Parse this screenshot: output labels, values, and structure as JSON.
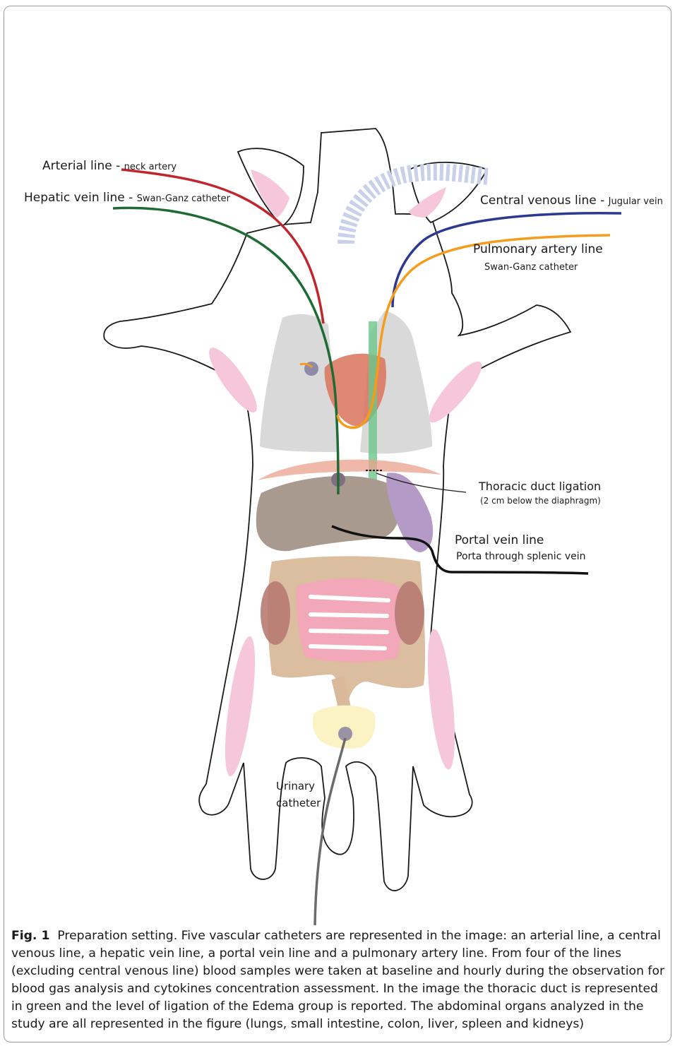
{
  "labels": {
    "arterial_main": "Arterial line - ",
    "arterial_sub": "neck artery",
    "hepatic_main": "Hepatic vein line - ",
    "hepatic_sub": "Swan-Ganz catheter",
    "central_main": "Central venous line - ",
    "central_sub": "Jugular vein",
    "pulmonary_main": "Pulmonary artery line",
    "pulmonary_sub": "Swan-Ganz catheter",
    "thoracic_main": "Thoracic duct ligation",
    "thoracic_sub": "(2 cm below the diaphragm)",
    "portal_main": "Portal vein line",
    "portal_sub": "Porta through splenic vein",
    "urinary_line1": "Urinary",
    "urinary_line2": "catheter"
  },
  "caption": {
    "label": "Fig. 1",
    "text": "Preparation setting. Five vascular catheters are represented in the image: an arterial line, a central venous line, a hepatic vein line, a portal vein line and a pulmonary artery line. From four of the lines (excluding central venous line) blood samples were taken at baseline and hourly during the observation for blood gas analysis and cytokines concentration assessment. In the image the thoracic duct is represented in green and the level of ligation of the Edema group is reported. The abdominal organs analyzed in the study are all represented in the figure (lungs, small intestine, colon, liver, spleen and kidneys)"
  },
  "colors": {
    "arterial": "#c0262d",
    "hepatic": "#1e6b34",
    "central": "#2b3990",
    "pulmonary": "#f39c1e",
    "portal": "#111111",
    "urinary": "#6b6b6b",
    "thoracic_duct": "#6cc68a",
    "lung": "#d9d9d9",
    "heart": "#d9735a",
    "liver": "#a89a8e",
    "spleen": "#b49ac6",
    "colon": "#d9b99a",
    "small_intestine": "#f2a8b8",
    "kidney": "#b77a72",
    "bladder": "#fbf3c4",
    "trachea": "#c9d1ea",
    "muscle": "#f6c6da"
  }
}
